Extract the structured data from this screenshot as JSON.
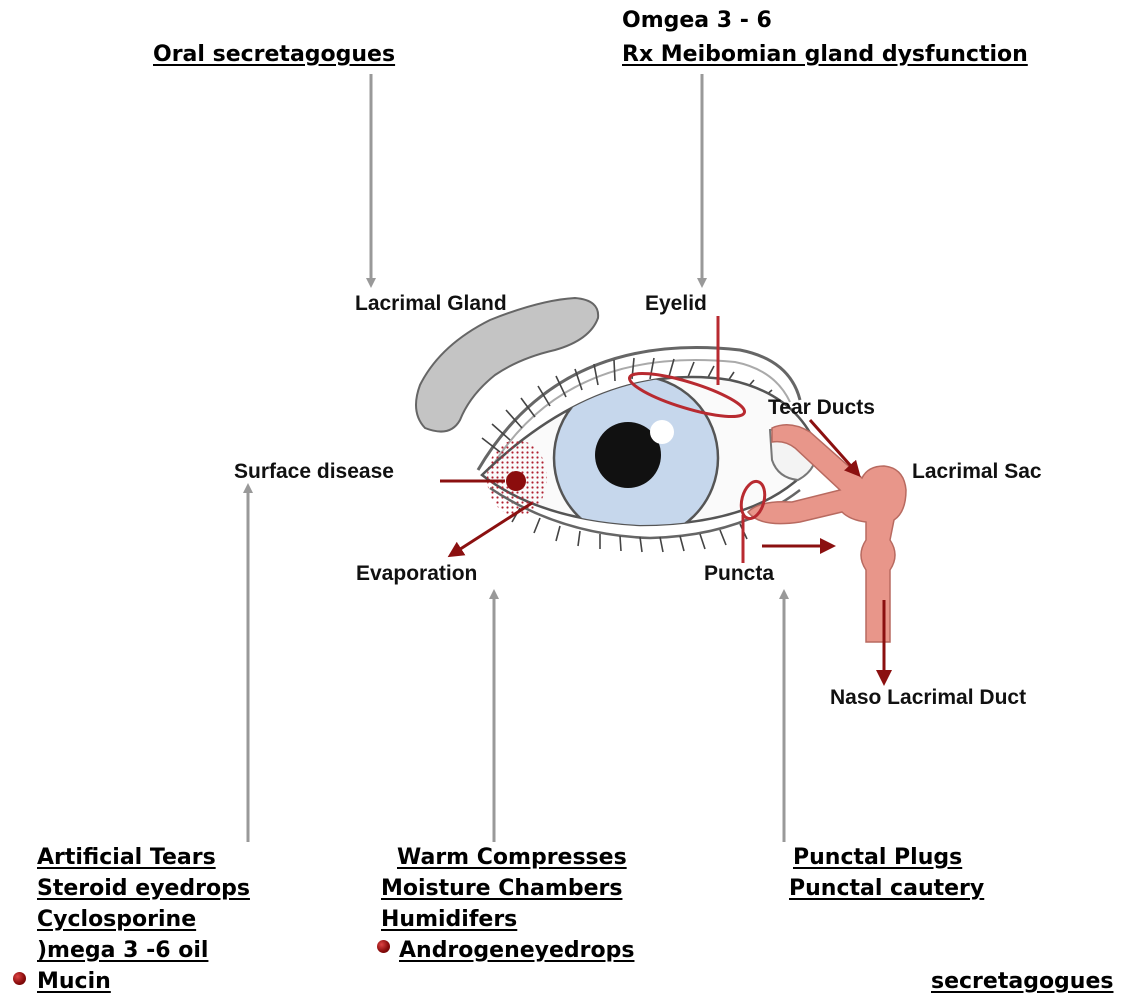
{
  "top": {
    "oral_secretagogues": "Oral secretagogues",
    "omega_line": "Omgea 3  - 6",
    "meibomian": "Rx Meibomian gland dysfunction"
  },
  "eye_labels": {
    "lacrimal_gland": "Lacrimal Gland",
    "eyelid": "Eyelid",
    "tear_ducts": "Tear Ducts",
    "lacrimal_sac": "Lacrimal Sac",
    "surface_disease": "Surface disease",
    "evaporation": "Evaporation",
    "puncta": "Puncta",
    "naso_lacrimal_duct": "Naso Lacrimal Duct"
  },
  "left_treatments": [
    "Artificial Tears",
    "Steroid eyedrops",
    "Cyclosporine",
    ")mega 3 -6 oil",
    "Mucin"
  ],
  "middle_treatments": [
    "Warm Compresses",
    "Moisture Chambers",
    "Humidifers",
    "Androgeneyedrops"
  ],
  "right_treatments": [
    "Punctal Plugs",
    "Punctal cautery"
  ],
  "bottom_right": "secretagogues",
  "colors": {
    "arrow_gray": "#999999",
    "arrow_red": "#8b1010",
    "duct_pink": "#e8968a",
    "iris_blue": "#c6d7ec",
    "gland_gray": "#bbbbbb"
  }
}
